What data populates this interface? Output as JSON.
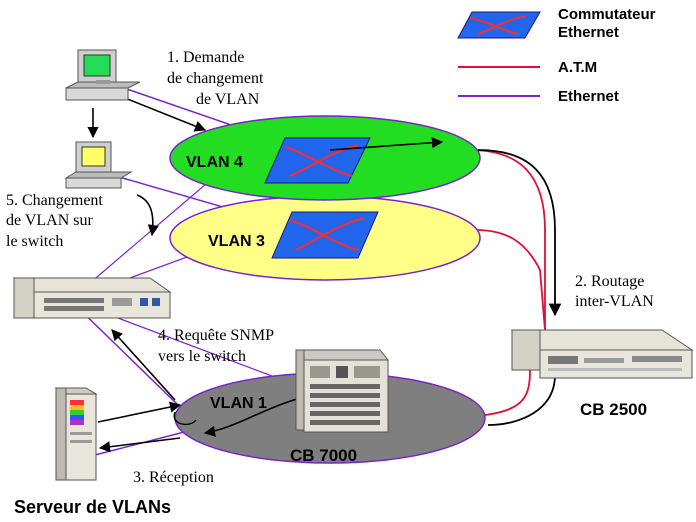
{
  "legend": {
    "switch_label_1": "Commutateur",
    "switch_label_2": "Ethernet",
    "atm_label": "A.T.M",
    "ethernet_label": "Ethernet"
  },
  "colors": {
    "vlan4": "#22dd22",
    "vlan3": "#ffff88",
    "vlan1": "#7f7f7f",
    "switch_fill": "#2266ee",
    "switch_cross": "#ff2a2a",
    "atm_line": "#dd1133",
    "ethernet_line": "#7a22cc"
  },
  "vlans": {
    "vlan4": "VLAN 4",
    "vlan3": "VLAN 3",
    "vlan1": "VLAN 1"
  },
  "steps": {
    "step1_line1": "1. Demande",
    "step1_line2": "de changement",
    "step1_line3": "de VLAN",
    "step2_line1": "2. Routage",
    "step2_line2": "inter-VLAN",
    "step3": "3. Réception",
    "step4_line1": "4. Requête SNMP",
    "step4_line2": "vers le switch",
    "step5_line1": "5. Changement",
    "step5_line2": "de VLAN sur",
    "step5_line3": "le switch"
  },
  "devices": {
    "router": "CB 2500",
    "core_switch": "CB 7000",
    "server": "Serveur de VLANs"
  }
}
